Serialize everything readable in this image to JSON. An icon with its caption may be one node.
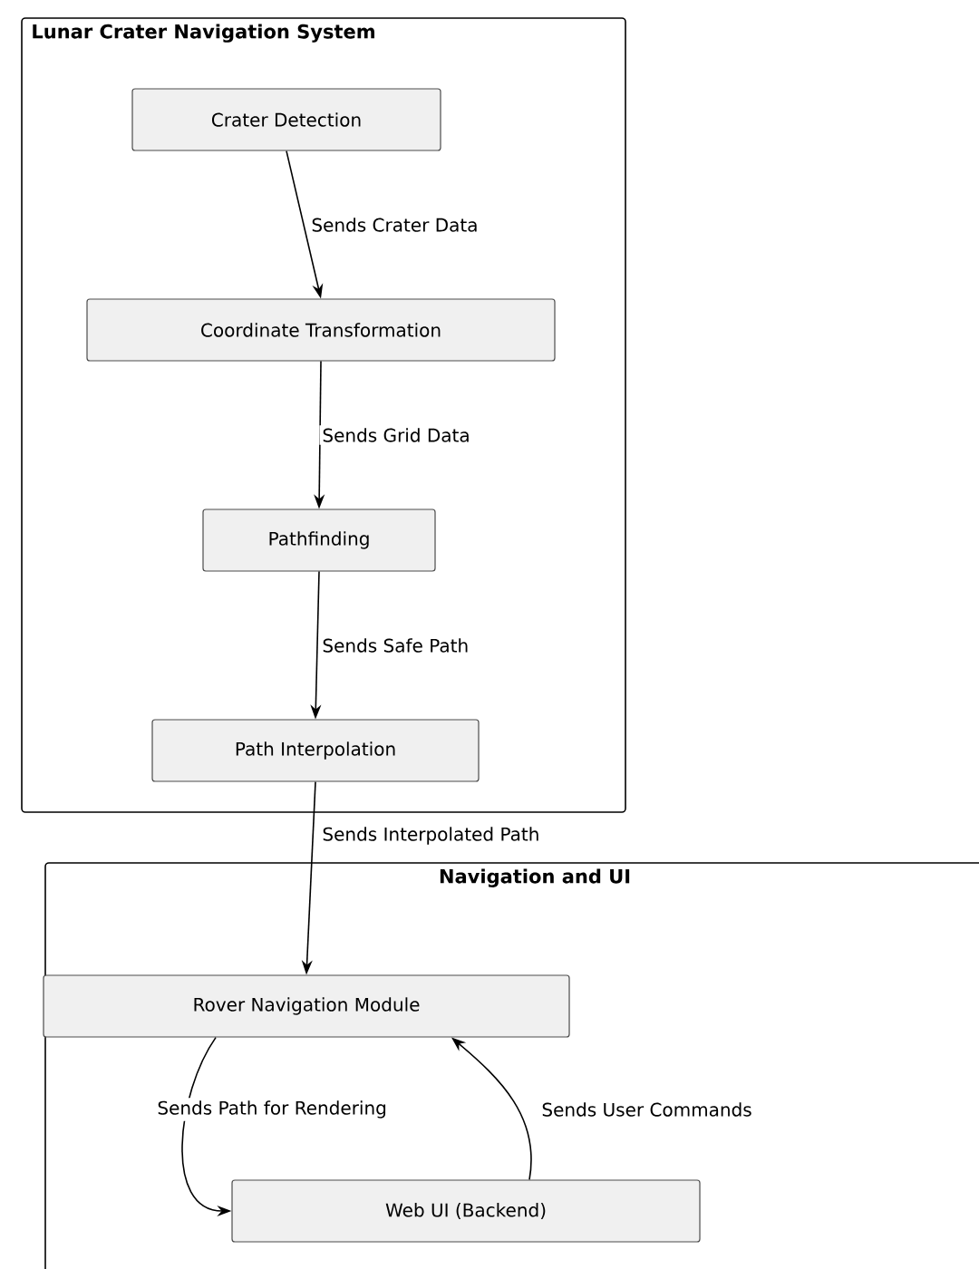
{
  "diagram": {
    "nodes": [
      {
        "text": [
          "Lunar Crater Navigation System"
        ]
      },
      {
        "text": [
          "Crater Detection"
        ],
        "in": 0
      },
      {
        "text": [
          "Coordinate Transformation"
        ],
        "in": 0
      },
      {
        "text": [
          "Pathfinding"
        ],
        "in": 0
      },
      {
        "text": [
          "Path Interpolation"
        ],
        "in": 0
      },
      {
        "text": [
          "Navigation and UI"
        ]
      },
      {
        "text": [
          "Rover Navigation Module"
        ],
        "in": 5
      },
      {
        "text": [
          "Web UI (Backend)"
        ],
        "in": 5
      }
    ],
    "edges": [
      {
        "from": 1,
        "to": 2,
        "arrow": "to",
        "label": "Sends Crater Data"
      },
      {
        "from": 2,
        "to": 3,
        "arrow": "to",
        "label": "Sends Grid Data"
      },
      {
        "from": 3,
        "to": 4,
        "arrow": "to",
        "label": "Sends Safe Path"
      },
      {
        "from": 4,
        "to": 6,
        "arrow": "to",
        "label": "Sends Interpolated Path"
      },
      {
        "from": 6,
        "to": 7,
        "arrow": "to",
        "label": "Sends Path for Rendering"
      },
      {
        "from": 7,
        "to": 6,
        "arrow": "to",
        "label": "Sends User Commands"
      }
    ]
  }
}
